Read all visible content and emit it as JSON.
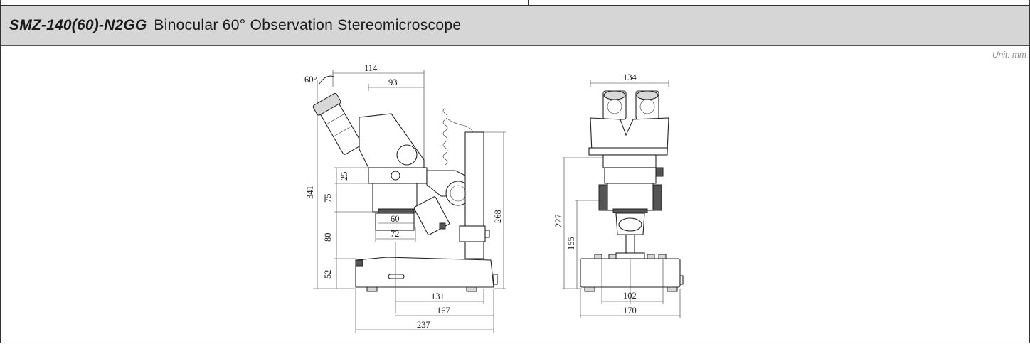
{
  "header": {
    "model": "SMZ-140(60)-N2GG",
    "description": "Binocular 60° Observation Stereomicroscope"
  },
  "unit_label": "Unit: mm",
  "side_view": {
    "angle": "60°",
    "dims": {
      "d114": "114",
      "d93": "93",
      "d341": "341",
      "d25": "25",
      "d75": "75",
      "d80": "80",
      "d52": "52",
      "d60": "60",
      "d72": "72",
      "d268": "268",
      "d131": "131",
      "d167": "167",
      "d237": "237"
    }
  },
  "front_view": {
    "dims": {
      "d134": "134",
      "d227": "227",
      "d155": "155",
      "d102": "102",
      "d170": "170"
    }
  }
}
